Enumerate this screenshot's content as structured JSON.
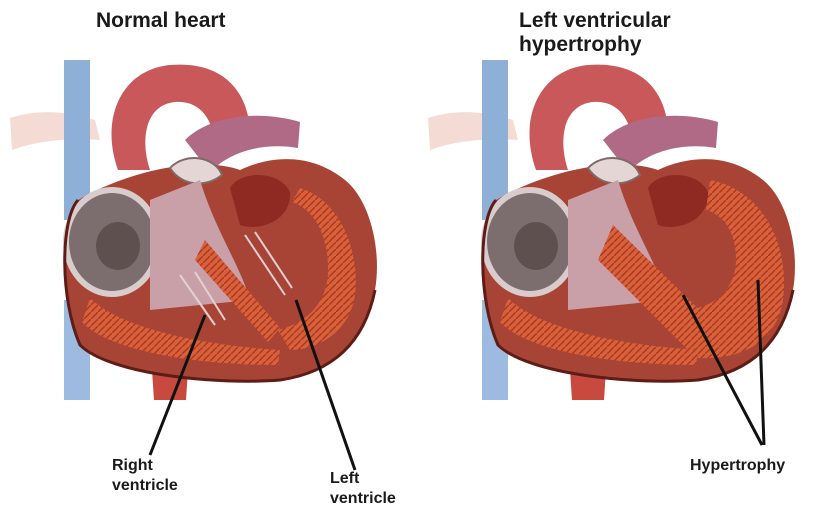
{
  "panels": {
    "left": {
      "title": "Normal heart",
      "labels": {
        "right_ventricle": [
          "Right",
          "ventricle"
        ],
        "left_ventricle": [
          "Left",
          "ventricle"
        ]
      }
    },
    "right": {
      "title_lines": [
        "Left ventricular",
        "hypertrophy"
      ],
      "labels": {
        "hypertrophy": "Hypertrophy"
      }
    }
  },
  "colors": {
    "aorta": "#c8585a",
    "vein_blue": "#8fb0d6",
    "myocardium": "#d8603a",
    "dark_muscle": "#8e2a22",
    "chamber_gray": "#7c6e6e",
    "leader_line": "#111111"
  }
}
